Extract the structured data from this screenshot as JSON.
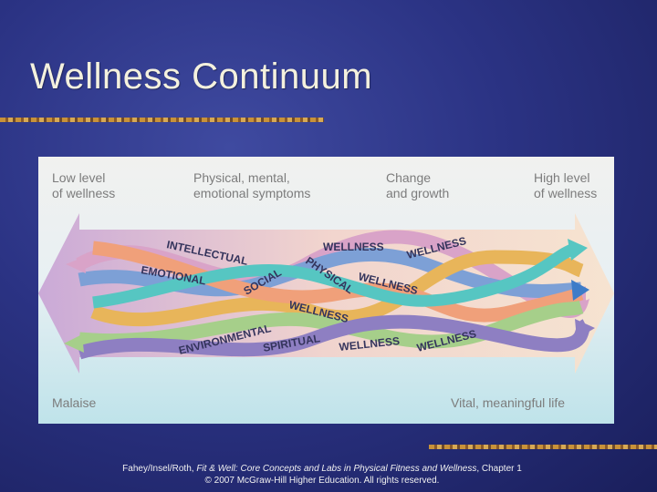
{
  "slide": {
    "title": "Wellness Continuum"
  },
  "figure": {
    "labels": {
      "low": "Low level\nof wellness",
      "symptoms": "Physical, mental,\nemotional symptoms",
      "change": "Change\nand growth",
      "high": "High level\nof wellness",
      "malaise": "Malaise",
      "vital": "Vital, meaningful life"
    },
    "strands": {
      "intellectual": "INTELLECTUAL",
      "emotional": "EMOTIONAL",
      "social": "SOCIAL",
      "physical": "PHYSICAL",
      "environmental": "ENVIRONMENTAL",
      "spiritual": "SPIRITUAL",
      "wellness": "WELLNESS"
    },
    "colors": {
      "intellectual": "#d9a3c8",
      "emotional": "#7da0d6",
      "social": "#e8b55a",
      "physical": "#f0a07a",
      "environmental": "#a6cf8a",
      "spiritual": "#8e7fc2",
      "teal": "#56c6c2",
      "arrow_bg": "#e9c9c0"
    }
  },
  "citation": {
    "authors": "Fahey/Insel/Roth, ",
    "book": "Fit & Well: Core Concepts and Labs in Physical Fitness and Wellness",
    "chapter": ", Chapter 1",
    "copyright": "© 2007 McGraw-Hill Higher Education. All rights reserved."
  }
}
